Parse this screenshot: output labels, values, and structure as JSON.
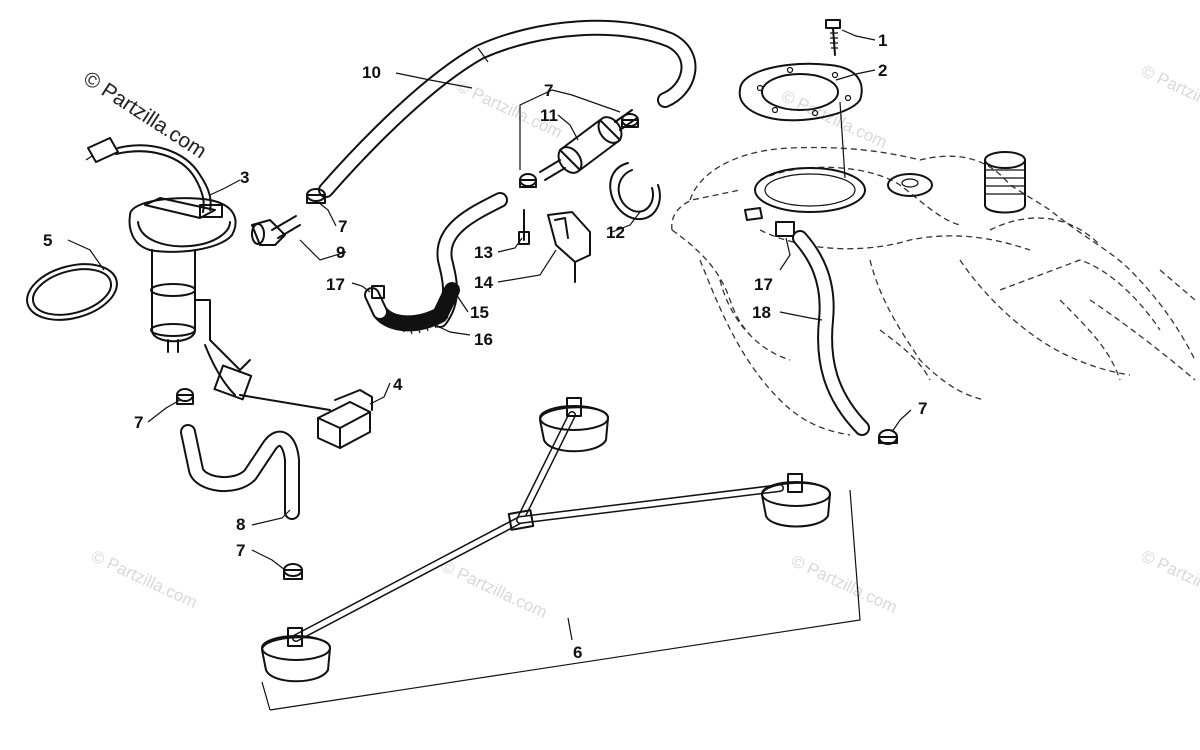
{
  "watermark": {
    "main_text": "© Partzilla.com",
    "faint_text": "© Partzilla.com"
  },
  "callouts": [
    {
      "id": "c1",
      "label": "1"
    },
    {
      "id": "c2",
      "label": "2"
    },
    {
      "id": "c3",
      "label": "3"
    },
    {
      "id": "c4",
      "label": "4"
    },
    {
      "id": "c5",
      "label": "5"
    },
    {
      "id": "c6",
      "label": "6"
    },
    {
      "id": "c7a",
      "label": "7"
    },
    {
      "id": "c7b",
      "label": "7"
    },
    {
      "id": "c7c",
      "label": "7"
    },
    {
      "id": "c7d",
      "label": "7"
    },
    {
      "id": "c7e",
      "label": "7"
    },
    {
      "id": "c8",
      "label": "8"
    },
    {
      "id": "c9",
      "label": "9"
    },
    {
      "id": "c10",
      "label": "10"
    },
    {
      "id": "c11",
      "label": "11"
    },
    {
      "id": "c12",
      "label": "12"
    },
    {
      "id": "c13",
      "label": "13"
    },
    {
      "id": "c14",
      "label": "14"
    },
    {
      "id": "c15",
      "label": "15"
    },
    {
      "id": "c16",
      "label": "16"
    },
    {
      "id": "c17a",
      "label": "17"
    },
    {
      "id": "c17b",
      "label": "17"
    },
    {
      "id": "c18",
      "label": "18"
    }
  ]
}
